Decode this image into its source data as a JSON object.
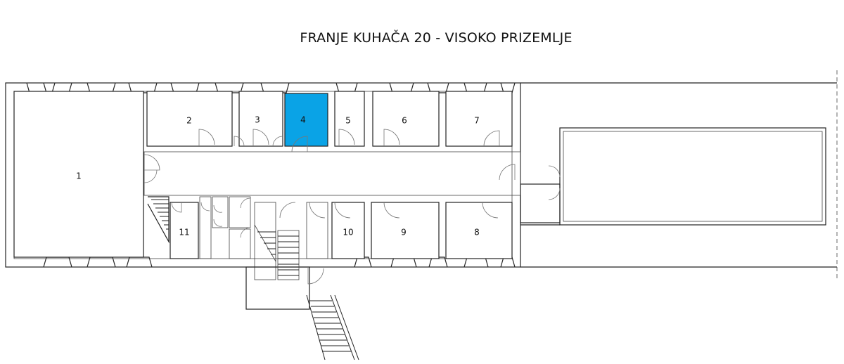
{
  "title": "FRANJE KUHAČA 20 - VISOKO PRIZEMLJE",
  "highlight_color": "#0aa3e6",
  "rooms": [
    {
      "id": "1",
      "label": "1",
      "highlighted": false
    },
    {
      "id": "2",
      "label": "2",
      "highlighted": false
    },
    {
      "id": "3",
      "label": "3",
      "highlighted": false
    },
    {
      "id": "4",
      "label": "4",
      "highlighted": true
    },
    {
      "id": "5",
      "label": "5",
      "highlighted": false
    },
    {
      "id": "6",
      "label": "6",
      "highlighted": false
    },
    {
      "id": "7",
      "label": "7",
      "highlighted": false
    },
    {
      "id": "8",
      "label": "8",
      "highlighted": false
    },
    {
      "id": "9",
      "label": "9",
      "highlighted": false
    },
    {
      "id": "10",
      "label": "10",
      "highlighted": false
    },
    {
      "id": "11",
      "label": "11",
      "highlighted": false
    }
  ]
}
